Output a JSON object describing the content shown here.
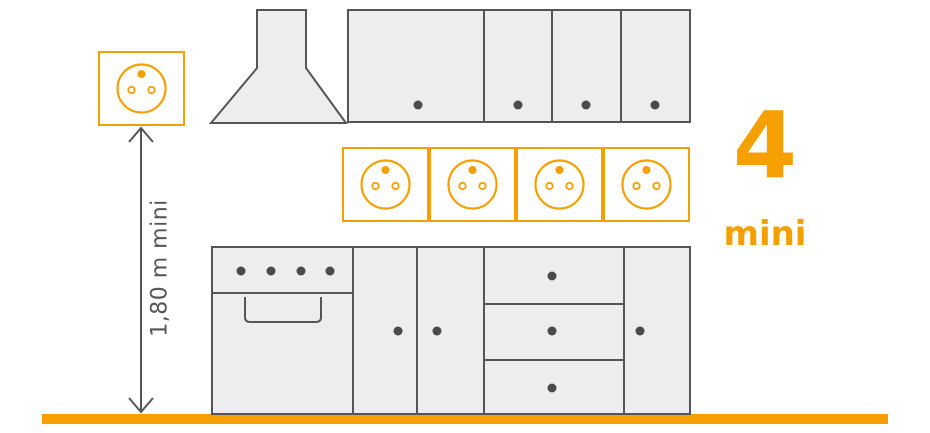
{
  "labels": {
    "height_text": "1,80 m mini",
    "count": "4",
    "count_unit": "mini"
  },
  "icons": {
    "socket": "french-power-socket-icon",
    "range_hood": "range-hood-icon",
    "oven": "oven-icon",
    "arrow": "double-headed-arrow-icon"
  },
  "colors": {
    "accent": "#F5A000",
    "furniture_fill": "#EDEDED",
    "outline": "#555555",
    "knob": "#4A4A4A"
  }
}
